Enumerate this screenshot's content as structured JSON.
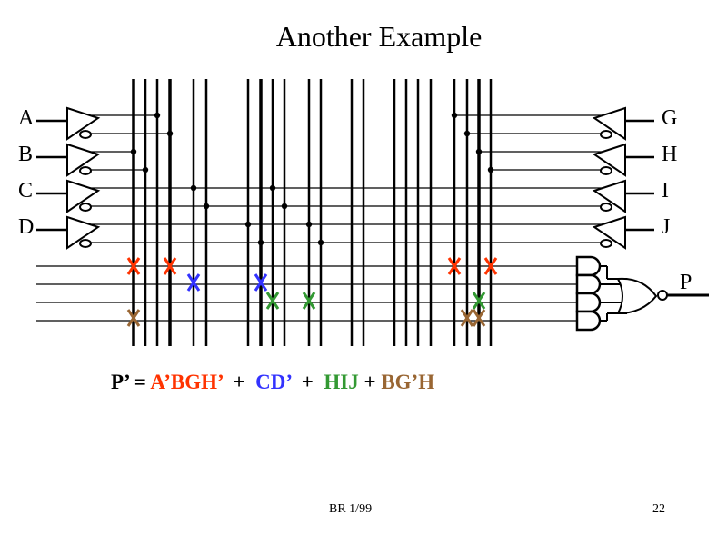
{
  "title": "Another Example",
  "inputs_left": [
    "A",
    "B",
    "C",
    "D"
  ],
  "inputs_right": [
    "G",
    "H",
    "I",
    "J"
  ],
  "output": "P",
  "equation": [
    {
      "text": "P’ = ",
      "color": "#000000"
    },
    {
      "text": "A’BGH’",
      "color": "#ff3300"
    },
    {
      "text": "  +  ",
      "color": "#000000"
    },
    {
      "text": "CD’",
      "color": "#3333ff"
    },
    {
      "text": "  +  ",
      "color": "#000000"
    },
    {
      "text": "HIJ",
      "color": "#339933"
    },
    {
      "text": " + ",
      "color": "#000000"
    },
    {
      "text": "BG’H",
      "color": "#996633"
    }
  ],
  "colors": {
    "term1": "#ff3300",
    "term2": "#3333ff",
    "term3": "#339933",
    "term4": "#996633"
  },
  "footer": {
    "left": "BR 1/99",
    "page": "22"
  }
}
